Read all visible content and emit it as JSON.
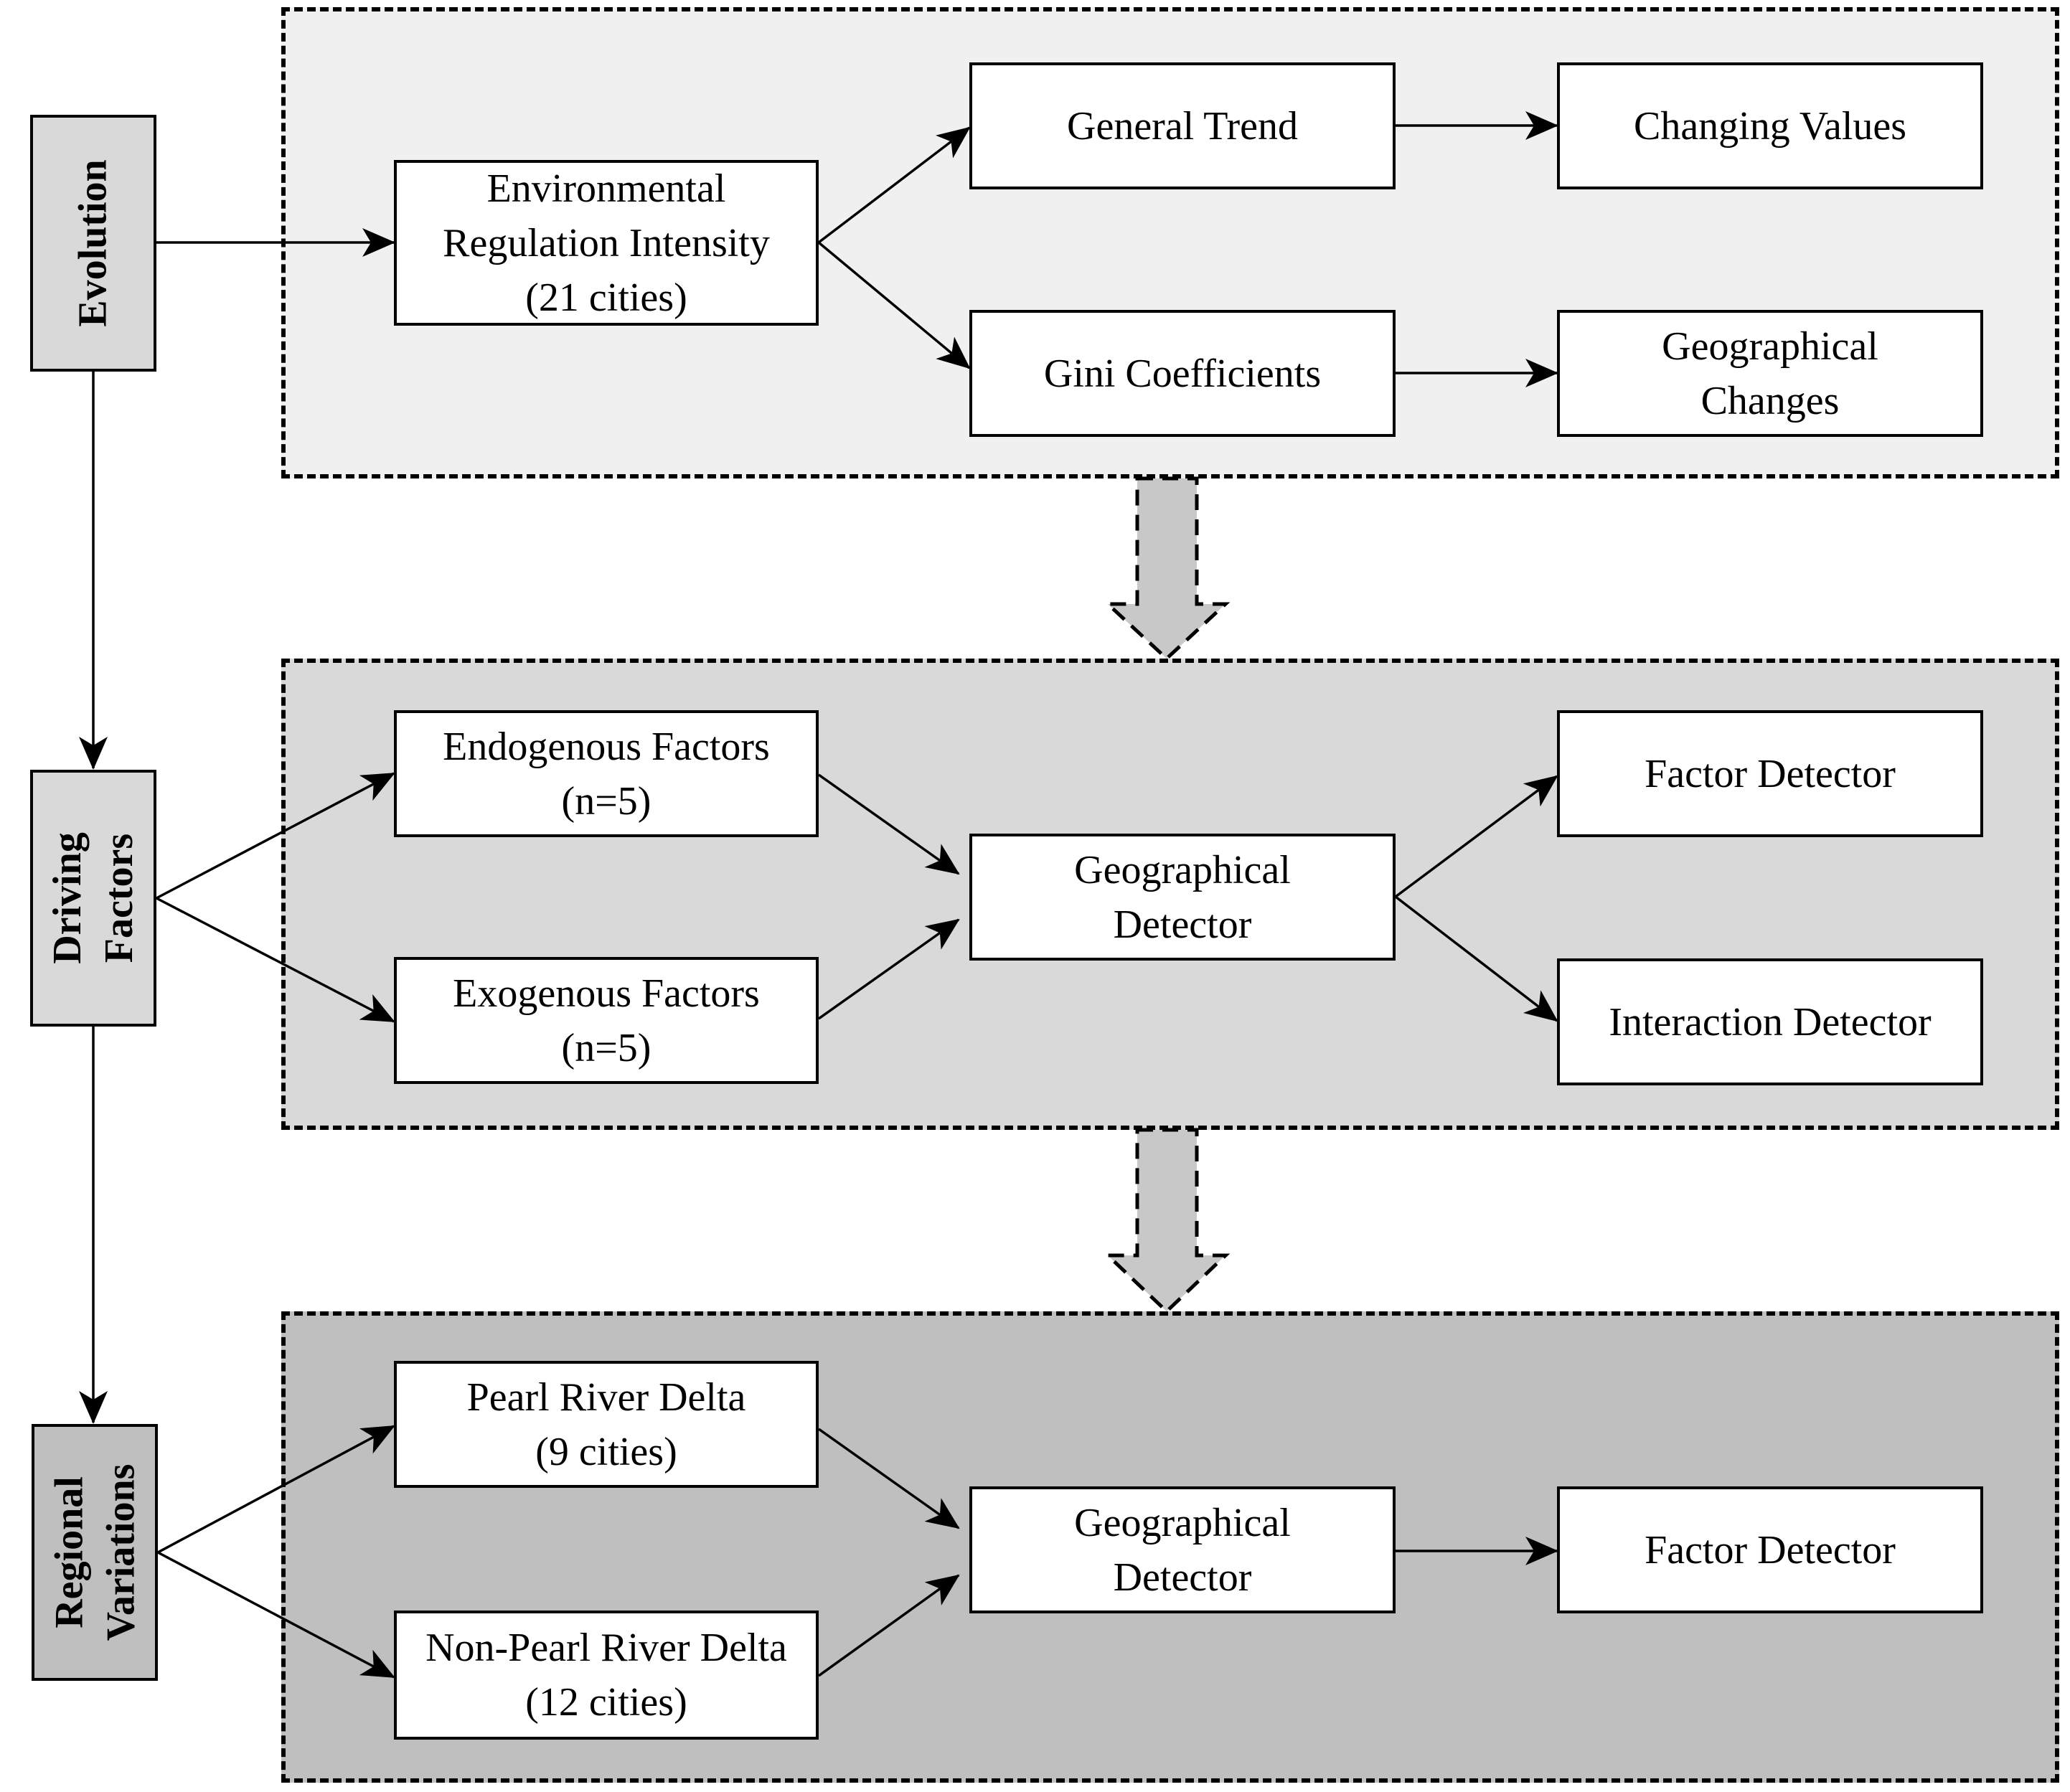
{
  "stages": {
    "evolution": "Evolution",
    "driving_factors": "Driving\nFactors",
    "regional_variations": "Regional\nVariations"
  },
  "evolution_panel": {
    "input": "Environmental\nRegulation Intensity\n(21 cities)",
    "general_trend": "General Trend",
    "changing_values": "Changing Values",
    "gini": "Gini Coefficients",
    "geo_changes": "Geographical\nChanges"
  },
  "driving_panel": {
    "endogenous": "Endogenous Factors\n(n=5)",
    "exogenous": "Exogenous Factors\n(n=5)",
    "detector": "Geographical\nDetector",
    "factor_detector": "Factor Detector",
    "interaction_detector": "Interaction Detector"
  },
  "regional_panel": {
    "prd": "Pearl River Delta\n(9 cities)",
    "non_prd": "Non-Pearl River Delta\n(12 cities)",
    "detector": "Geographical\nDetector",
    "factor_detector": "Factor Detector"
  },
  "colors": {
    "panel_1": "#f0f0f0",
    "panel_2": "#d9d9d9",
    "panel_3": "#bfbfbf",
    "stage_label": "#d9d9d9",
    "transition_arrow": "#c8c8c8"
  }
}
